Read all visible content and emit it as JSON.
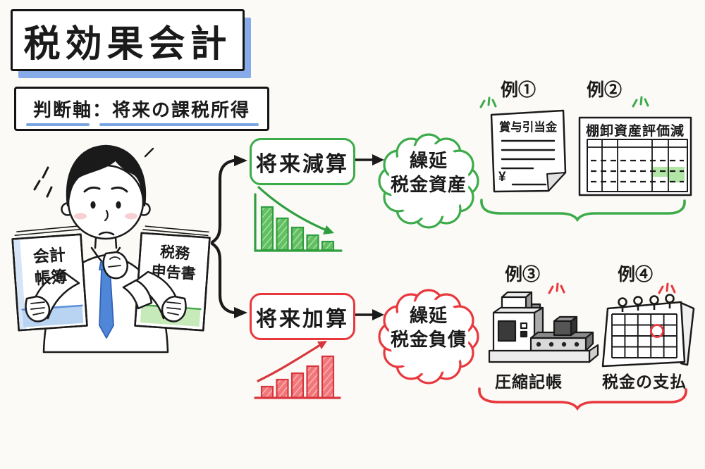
{
  "title": "税効果会計",
  "subtitle": "判断軸：将来の課税所得",
  "person": {
    "book_left": [
      "会計",
      "帳簿"
    ],
    "book_right": [
      "税務",
      "申告書"
    ]
  },
  "branch_top": {
    "label": "将来減算",
    "cloud": [
      "繰延",
      "税金資産"
    ],
    "color": "#3cab4a"
  },
  "branch_bottom": {
    "label": "将来加算",
    "cloud": [
      "繰延",
      "税金負債"
    ],
    "color": "#e8383d"
  },
  "examples": {
    "ex1": {
      "label": "例①",
      "title": "賞与引当金",
      "currency": "¥"
    },
    "ex2": {
      "label": "例②",
      "title": "棚卸資産評価減"
    },
    "ex3": {
      "label": "例③",
      "caption": "圧縮記帳"
    },
    "ex4": {
      "label": "例④",
      "caption": "税金の支払"
    }
  },
  "colors": {
    "green": "#3cab4a",
    "red": "#e8383d",
    "blue": "#5b8fd9",
    "light_blue": "#b9d3f3",
    "light_green": "#c6eab9",
    "highlight_green": "#a9e39c",
    "ink": "#1a1a1a"
  },
  "chart_data": [
    {
      "type": "bar",
      "series": [
        {
          "name": "将来減算",
          "values": [
            61,
            45,
            32,
            21,
            12
          ]
        }
      ],
      "color": "#3cab4a",
      "trend_annotation": "decreasing-arrow",
      "axis_labels": "none",
      "ylim": [
        0,
        65
      ]
    },
    {
      "type": "bar",
      "series": [
        {
          "name": "将来加算",
          "values": [
            16,
            26,
            35,
            45,
            59
          ]
        }
      ],
      "color": "#e8383d",
      "trend_annotation": "increasing-arrow",
      "axis_labels": "none",
      "ylim": [
        0,
        65
      ]
    }
  ]
}
